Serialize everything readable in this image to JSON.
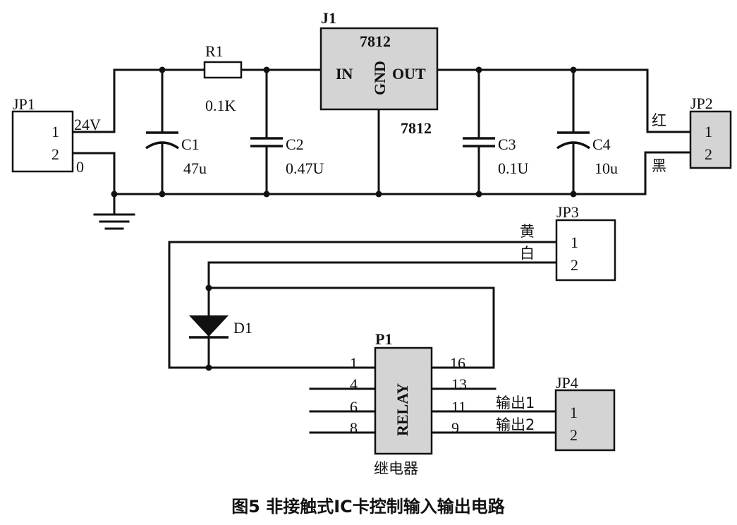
{
  "caption": "图5 非接触式IC卡控制输入输出电路",
  "colors": {
    "line": "#111111",
    "component_fill": "#d4d4d4",
    "background": "#ffffff"
  },
  "jp1": {
    "ref": "JP1",
    "pin1": "1",
    "pin2": "2",
    "label_24v": "24V",
    "label_0": "0"
  },
  "r1": {
    "ref": "R1",
    "value": "0.1K"
  },
  "c1": {
    "ref": "C1",
    "value": "47u"
  },
  "c2": {
    "ref": "C2",
    "value": "0.47U"
  },
  "j1": {
    "ref": "J1",
    "part": "7812",
    "pin_in": "IN",
    "pin_gnd": "GND",
    "pin_out": "OUT",
    "part_below": "7812"
  },
  "c3": {
    "ref": "C3",
    "value": "0.1U"
  },
  "c4": {
    "ref": "C4",
    "value": "10u"
  },
  "jp2": {
    "ref": "JP2",
    "pin1": "1",
    "pin2": "2",
    "wire1": "红",
    "wire2": "黑"
  },
  "jp3": {
    "ref": "JP3",
    "pin1": "1",
    "pin2": "2",
    "wire1": "黄",
    "wire2": "白"
  },
  "d1": {
    "ref": "D1"
  },
  "p1": {
    "ref": "P1",
    "body": "RELAY",
    "name": "继电器",
    "pins": {
      "p1": "1",
      "p4": "4",
      "p6": "6",
      "p8": "8",
      "p16": "16",
      "p13": "13",
      "p11": "11",
      "p9": "9"
    }
  },
  "jp4": {
    "ref": "JP4",
    "pin1": "1",
    "pin2": "2",
    "out1": "输出1",
    "out2": "输出2"
  }
}
